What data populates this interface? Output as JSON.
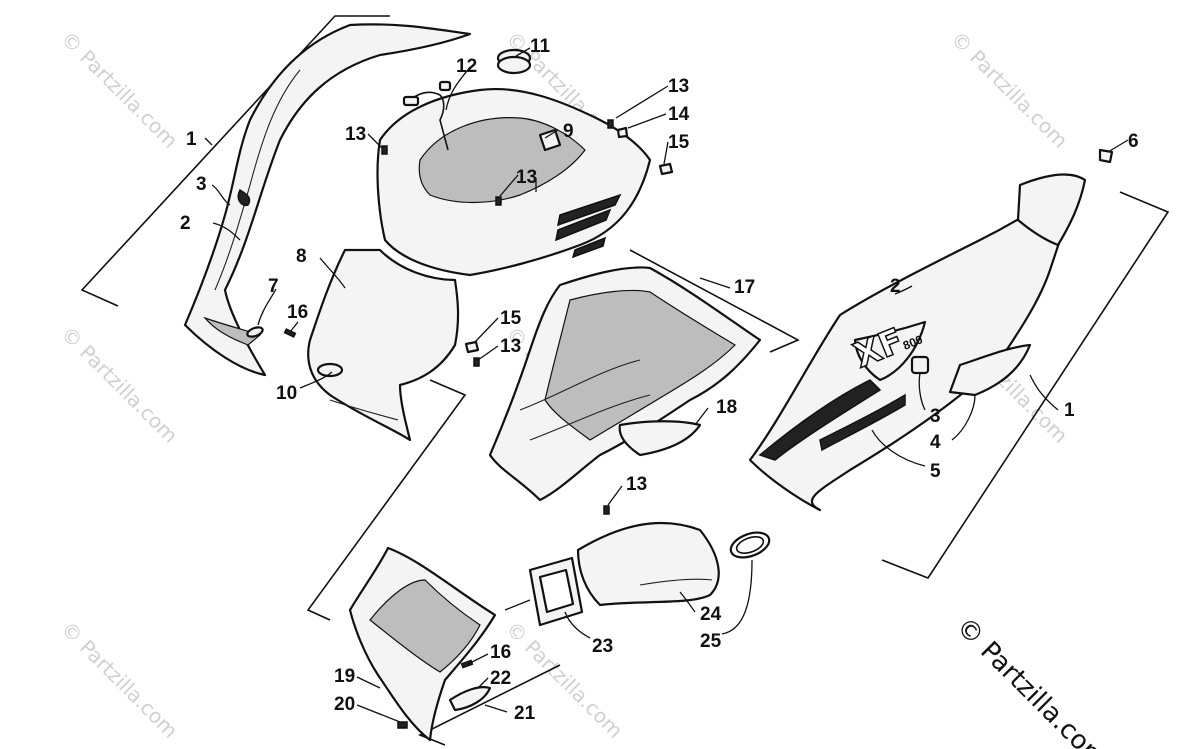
{
  "watermark": {
    "repeated_text": "© Partzilla.com",
    "corner_text": "© Partzilla.com"
  },
  "emblem": {
    "text": "XF",
    "subtext": "800"
  },
  "callouts": [
    "1",
    "2",
    "3",
    "4",
    "5",
    "6",
    "7",
    "8",
    "9",
    "10",
    "11",
    "12",
    "13",
    "14",
    "15",
    "16",
    "17",
    "18",
    "19",
    "20",
    "21",
    "22",
    "23",
    "24",
    "25"
  ]
}
